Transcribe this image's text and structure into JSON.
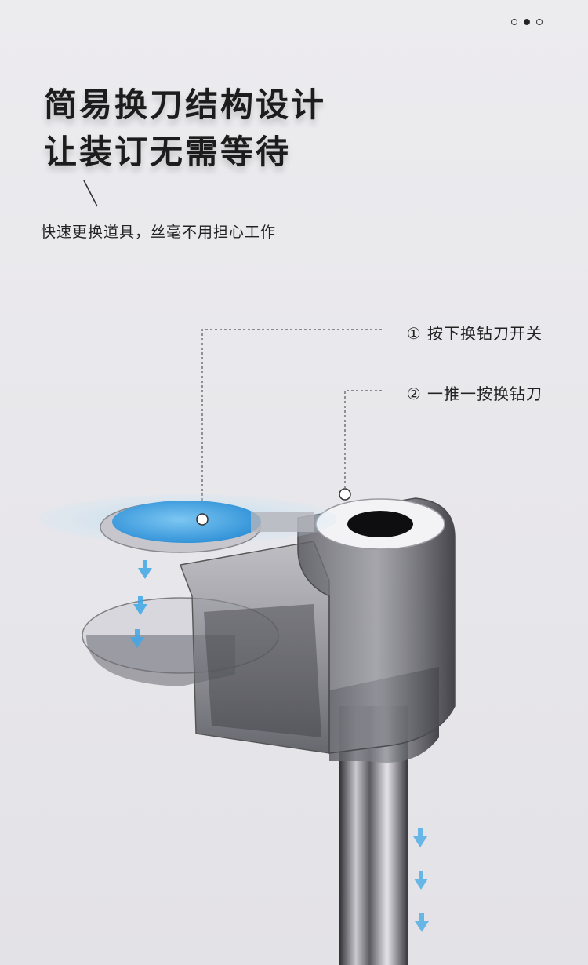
{
  "pagination": {
    "count": 3,
    "active_index": 1
  },
  "headline": {
    "line1": "简易换刀结构设计",
    "line2": "让装订无需等待"
  },
  "subtitle": "快速更换道具，丝毫不用担心工作",
  "callouts": [
    {
      "number": "①",
      "text": "按下换钻刀开关"
    },
    {
      "number": "②",
      "text": "一推一按换钻刀"
    }
  ],
  "colors": {
    "text": "#1c1c1c",
    "accent_blue": "#3fa7e6",
    "body_dark": "#4a4a50",
    "background": "#e8e7eb"
  }
}
